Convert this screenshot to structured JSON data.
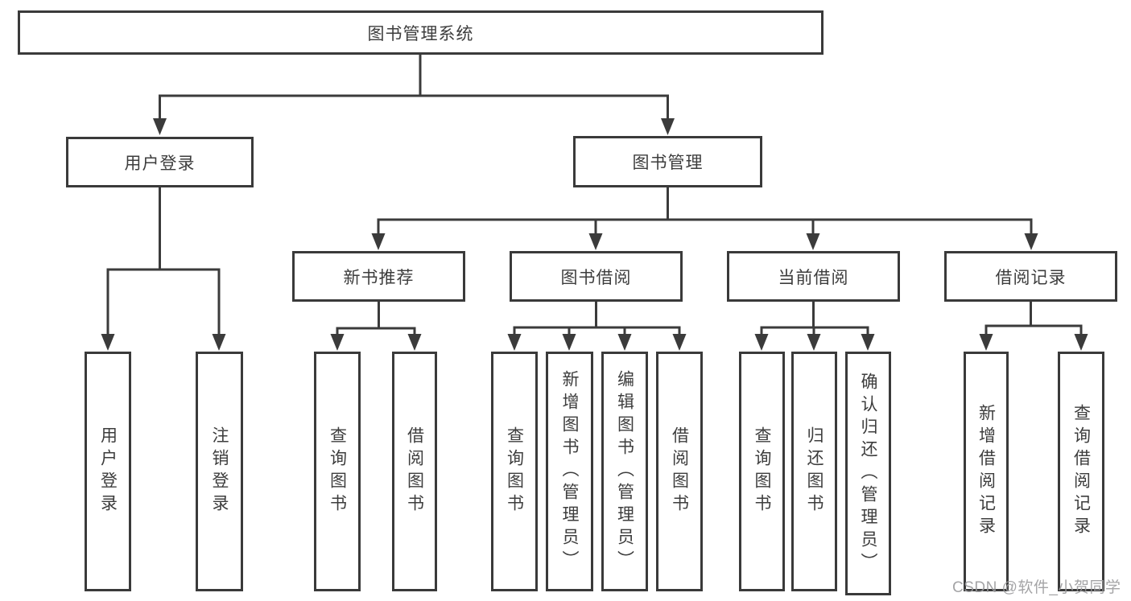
{
  "tree": {
    "label": "图书管理系统",
    "children": [
      {
        "label": "用户登录",
        "children": [
          {
            "label": "用户登录"
          },
          {
            "label": "注销登录"
          }
        ]
      },
      {
        "label": "图书管理",
        "children": [
          {
            "label": "新书推荐",
            "children": [
              {
                "label": "查询图书"
              },
              {
                "label": "借阅图书"
              }
            ]
          },
          {
            "label": "图书借阅",
            "children": [
              {
                "label": "查询图书"
              },
              {
                "label": "新增图书（管理员）"
              },
              {
                "label": "编辑图书（管理员）"
              },
              {
                "label": "借阅图书"
              }
            ]
          },
          {
            "label": "当前借阅",
            "children": [
              {
                "label": "查询图书"
              },
              {
                "label": "归还图书"
              },
              {
                "label": "确认归还（管理员）"
              }
            ]
          },
          {
            "label": "借阅记录",
            "children": [
              {
                "label": "新增借阅记录"
              },
              {
                "label": "查询借阅记录"
              }
            ]
          }
        ]
      }
    ]
  },
  "watermark": "CSDN @软件_小贺同学",
  "colors": {
    "line": "#3b3b3b",
    "border": "#3a3a3a",
    "text": "#3d3d3d",
    "watermark_text": "#9b9b9d",
    "background": "#ffffff"
  }
}
